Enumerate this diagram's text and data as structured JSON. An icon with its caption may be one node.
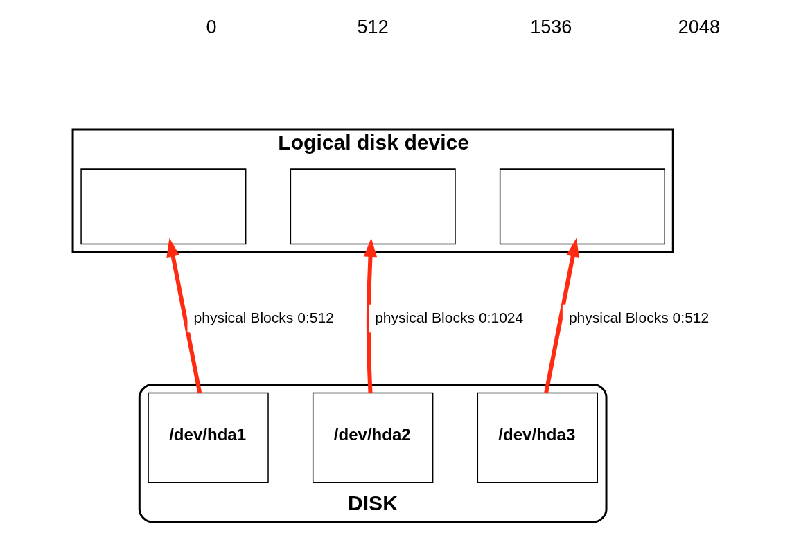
{
  "diagram": {
    "nodes": [
      {
        "text": [
          "Logical disk device"
        ]
      },
      {
        "text": [],
        "shape": "box",
        "in": 0
      },
      {
        "text": [],
        "shape": "box",
        "in": 0
      },
      {
        "text": [],
        "shape": "box",
        "in": 0
      },
      {
        "text": [
          "DISK"
        ]
      },
      {
        "text": [
          "/dev/hda1"
        ],
        "in": 4
      },
      {
        "text": [
          "/dev/hda2"
        ],
        "in": 4
      },
      {
        "text": [
          "/dev/hda3"
        ],
        "in": 4
      }
    ],
    "edges": [
      {
        "from": 5,
        "to": 1,
        "arrow": "to",
        "label": "physical Blocks 0:512"
      },
      {
        "from": 6,
        "to": 2,
        "arrow": "to",
        "label": "physical Blocks 0:1024"
      },
      {
        "from": 7,
        "to": 3,
        "arrow": "to",
        "label": "physical Blocks 0:512"
      }
    ],
    "labels": [
      "0",
      "512",
      "1536",
      "2048"
    ]
  }
}
